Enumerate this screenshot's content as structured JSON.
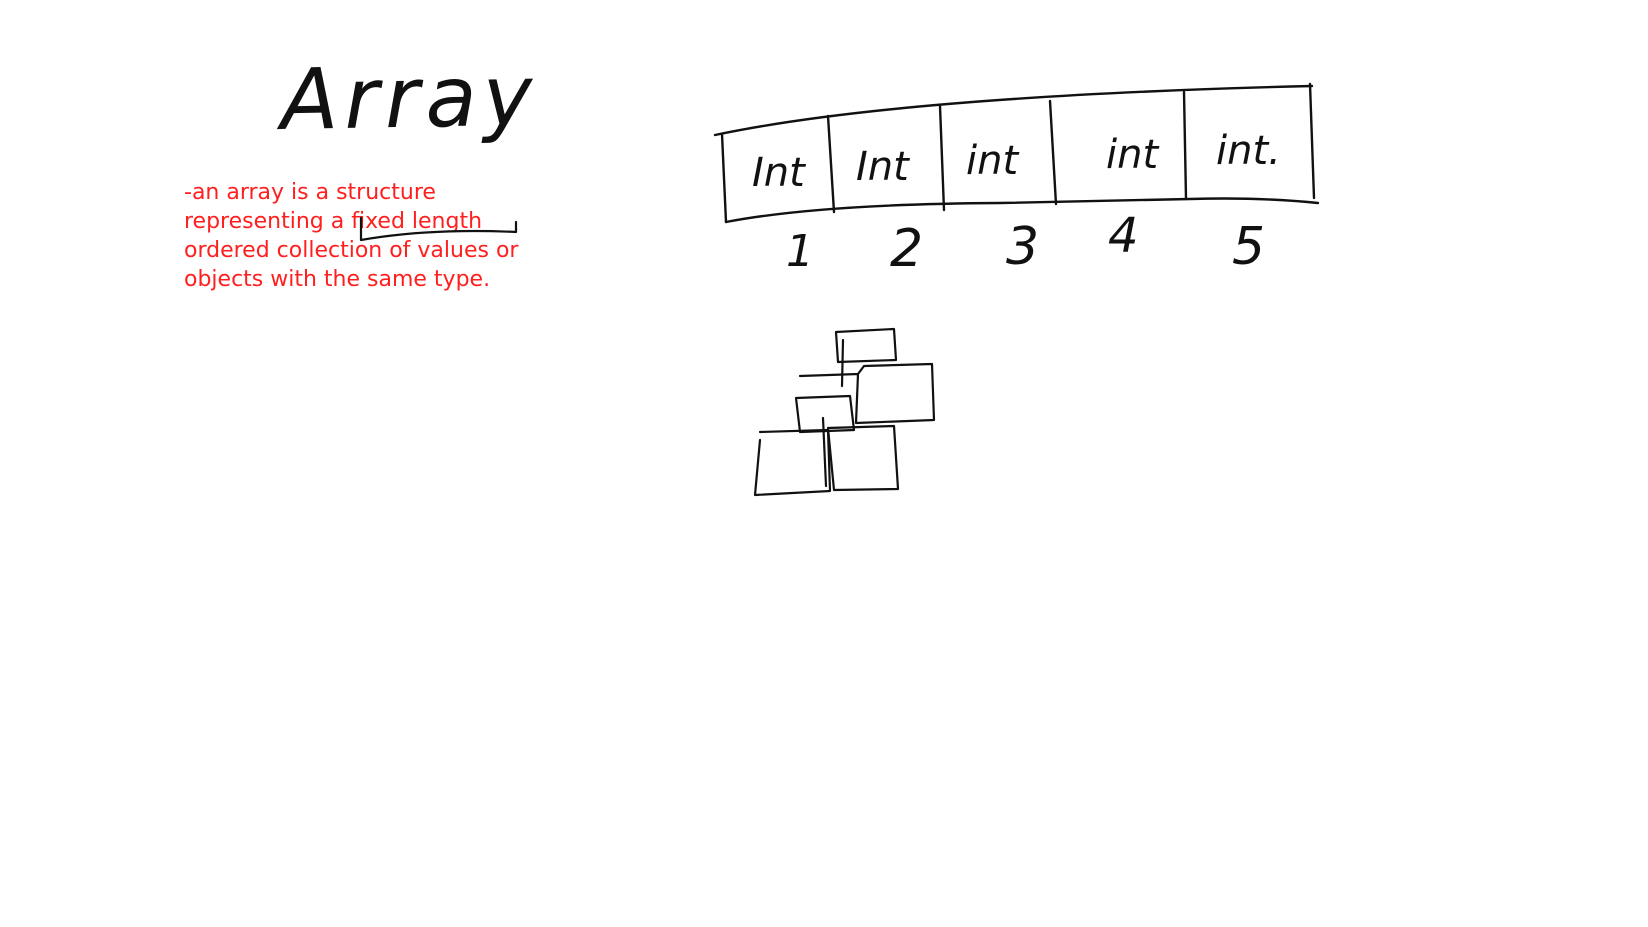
{
  "title": "Array",
  "note": {
    "lines": [
      "-an array is a structure",
      "representing a fixed length",
      "ordered collection of values or",
      "objects with the same type."
    ],
    "color": "#ff1f1f"
  },
  "array_diagram": {
    "cells": [
      "Int",
      "Int",
      "int",
      "int",
      "int."
    ],
    "indices": [
      "1",
      "2",
      "3",
      "4",
      "5"
    ]
  },
  "colors": {
    "ink": "#111111",
    "background": "#ffffff"
  }
}
